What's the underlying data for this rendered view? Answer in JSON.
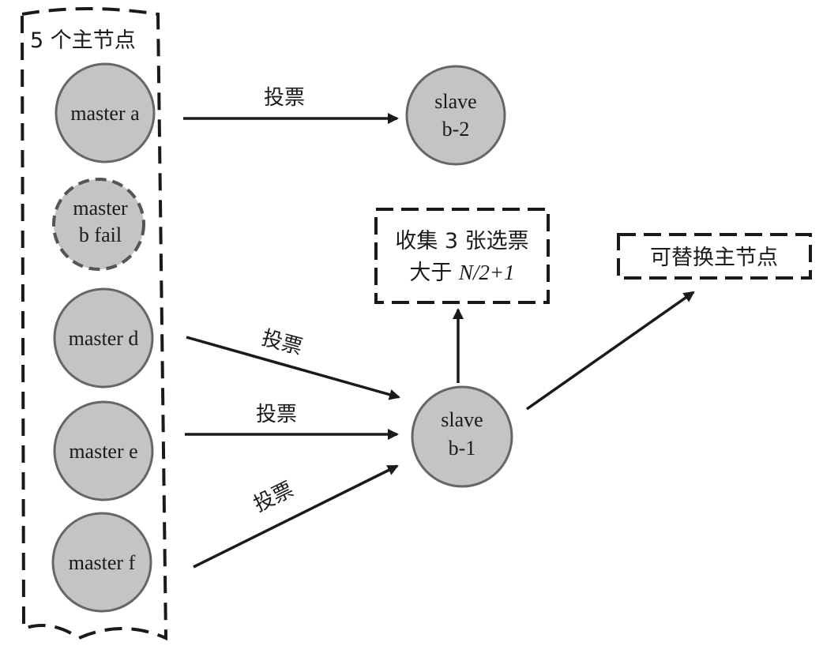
{
  "group": {
    "label": "5 个主节点"
  },
  "nodes": {
    "master_a": {
      "label": "master a",
      "state": "normal"
    },
    "master_b": {
      "line1": "master",
      "line2": "b fail",
      "state": "failed"
    },
    "master_d": {
      "label": "master d",
      "state": "normal"
    },
    "master_e": {
      "label": "master e",
      "state": "normal"
    },
    "master_f": {
      "label": "master f",
      "state": "normal"
    },
    "slave_b2": {
      "line1": "slave",
      "line2": "b-2"
    },
    "slave_b1": {
      "line1": "slave",
      "line2": "b-1"
    }
  },
  "notes": {
    "collect": {
      "line1": "收集 3 张选票",
      "line2_prefix": "大于 ",
      "line2_formula": "N/2+1"
    },
    "replace": {
      "label": "可替换主节点"
    }
  },
  "edges": {
    "a_to_b2": "投票",
    "d_to_b1": "投票",
    "e_to_b1": "投票",
    "f_to_b1": "投票"
  },
  "colors": {
    "node_fill": "#c4c4c4",
    "stroke": "#1a1a1a",
    "failed_stroke": "#555555",
    "node_stroke": "#666666"
  }
}
